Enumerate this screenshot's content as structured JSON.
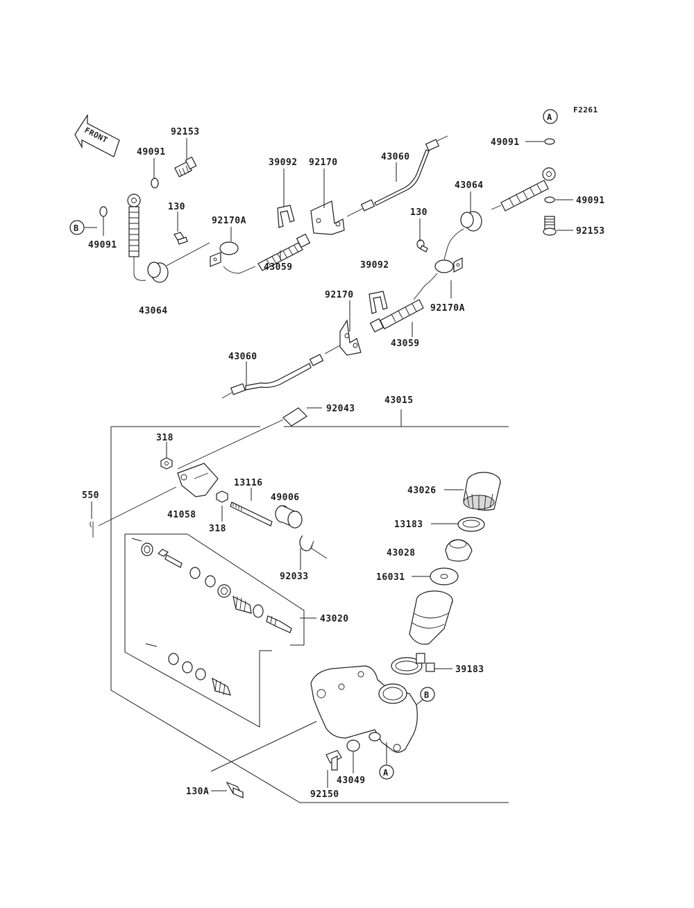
{
  "figure_code": "F2261",
  "front_marker": "FRONT",
  "refs": {
    "A": "A",
    "B": "B"
  },
  "labels": [
    {
      "id": "l-92153-l",
      "text": "92153"
    },
    {
      "id": "l-49091-l1",
      "text": "49091"
    },
    {
      "id": "l-49091-l2",
      "text": "49091"
    },
    {
      "id": "l-130-l",
      "text": "130"
    },
    {
      "id": "l-92170A-l",
      "text": "92170A"
    },
    {
      "id": "l-39092-l",
      "text": "39092"
    },
    {
      "id": "l-92170-l",
      "text": "92170"
    },
    {
      "id": "l-43060-t",
      "text": "43060"
    },
    {
      "id": "l-43059-l",
      "text": "43059"
    },
    {
      "id": "l-43064-l",
      "text": "43064"
    },
    {
      "id": "l-49091-r1",
      "text": "49091"
    },
    {
      "id": "l-43064-r",
      "text": "43064"
    },
    {
      "id": "l-49091-r2",
      "text": "49091"
    },
    {
      "id": "l-130-r",
      "text": "130"
    },
    {
      "id": "l-92153-r",
      "text": "92153"
    },
    {
      "id": "l-39092-m",
      "text": "39092"
    },
    {
      "id": "l-92170-m",
      "text": "92170"
    },
    {
      "id": "l-92170A-r",
      "text": "92170A"
    },
    {
      "id": "l-43059-m",
      "text": "43059"
    },
    {
      "id": "l-43060-b",
      "text": "43060"
    },
    {
      "id": "l-92043",
      "text": "92043"
    },
    {
      "id": "l-43015",
      "text": "43015"
    },
    {
      "id": "l-318-a",
      "text": "318"
    },
    {
      "id": "l-550",
      "text": "550"
    },
    {
      "id": "l-13116",
      "text": "13116"
    },
    {
      "id": "l-49006",
      "text": "49006"
    },
    {
      "id": "l-41058",
      "text": "41058"
    },
    {
      "id": "l-318-b",
      "text": "318"
    },
    {
      "id": "l-43026",
      "text": "43026"
    },
    {
      "id": "l-13183",
      "text": "13183"
    },
    {
      "id": "l-43028",
      "text": "43028"
    },
    {
      "id": "l-16031",
      "text": "16031"
    },
    {
      "id": "l-92033",
      "text": "92033"
    },
    {
      "id": "l-43020",
      "text": "43020"
    },
    {
      "id": "l-39183",
      "text": "39183"
    },
    {
      "id": "l-43049",
      "text": "43049"
    },
    {
      "id": "l-92150",
      "text": "92150"
    },
    {
      "id": "l-130A",
      "text": "130A"
    }
  ]
}
